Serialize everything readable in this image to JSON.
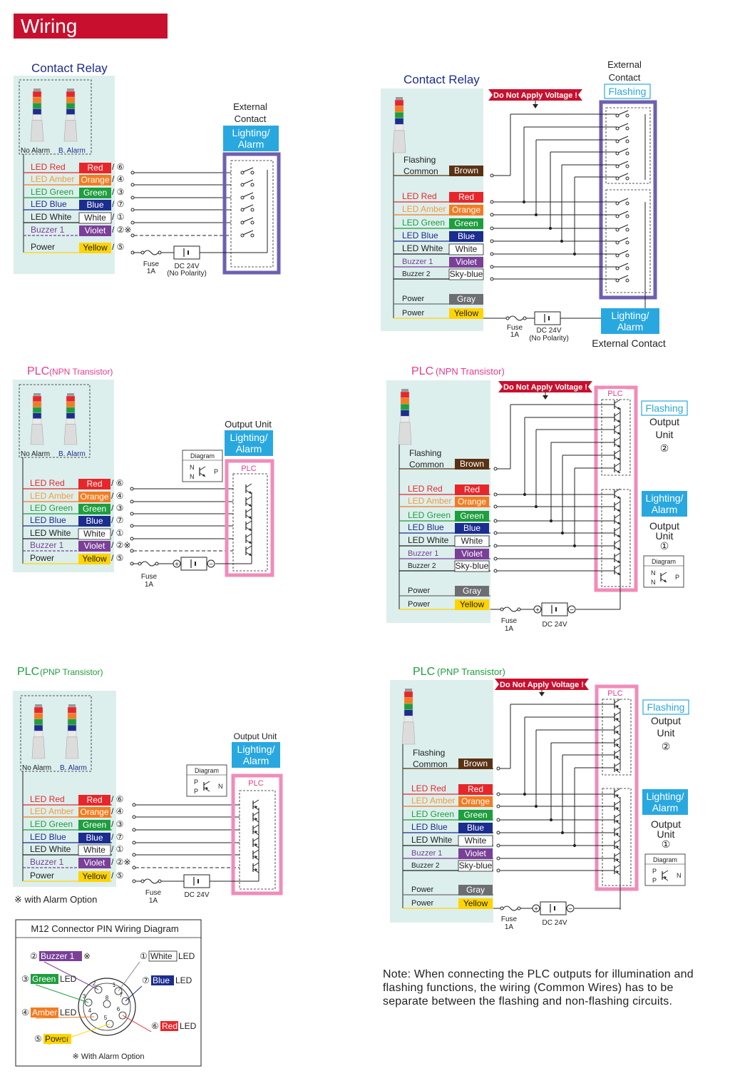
{
  "title": "Wiring",
  "common": {
    "no_alarm": "No Alarm",
    "b_alarm": "B. Alarm",
    "fuse": "Fuse",
    "fuse_rating": "1A",
    "dc": "DC 24V",
    "no_polarity": "(No Polarity)",
    "power": "Power",
    "flashing_common": "Flashing",
    "flashing_common2": "Common",
    "buzzer2": "Buzzer 2",
    "do_not_apply": "Do Not Apply Voltage",
    "plc_box": "PLC",
    "diagram": "Diagram",
    "lighting_alarm_1": "Lighting/",
    "lighting_alarm_2": "Alarm",
    "flashing_label": "Flashing",
    "output": "Output",
    "unit": "Unit",
    "unit2": "②",
    "unit1": "①",
    "external": "External",
    "contact": "Contact",
    "external_contact": "External Contact",
    "output_unit": "Output Unit",
    "alarm_option": "※ with Alarm Option"
  },
  "wires": [
    {
      "led": "LED Red",
      "color_name": "Red",
      "pin": "/ ⑥",
      "color": "#e8262a",
      "text": "#e8262a"
    },
    {
      "led": "LED Amber",
      "color_name": "Orange",
      "pin": "/ ④",
      "color": "#f47b20",
      "text": "#f59b3c"
    },
    {
      "led": "LED Green",
      "color_name": "Green",
      "pin": "/ ③",
      "color": "#1e9e3e",
      "text": "#1e9e3e"
    },
    {
      "led": "LED Blue",
      "color_name": "Blue",
      "pin": "/ ⑦",
      "color": "#1b2d8f",
      "text": "#1b2d8f"
    },
    {
      "led": "LED White",
      "color_name": "White",
      "pin": "/ ①",
      "color": "#ffffff",
      "text": "#222222"
    },
    {
      "led": "Buzzer 1",
      "color_name": "Violet",
      "pin": "/ ②※",
      "color": "#7b3f98",
      "text": "#7b3f98"
    },
    {
      "led": "Power",
      "color_name": "Yellow",
      "pin": "/ ⑤",
      "color": "#ffd400",
      "text": "#222222"
    }
  ],
  "right_wires": [
    {
      "name": "Brown",
      "color": "#5a3213"
    },
    {
      "name": "Red",
      "color": "#e8262a"
    },
    {
      "name": "Orange",
      "color": "#f47b20"
    },
    {
      "name": "Green",
      "color": "#1e9e3e"
    },
    {
      "name": "Blue",
      "color": "#1b2d8f"
    },
    {
      "name": "White",
      "color": "#ffffff"
    },
    {
      "name": "Violet",
      "color": "#7b3f98"
    },
    {
      "name": "Sky-blue",
      "color": "#ffffff"
    },
    {
      "name": "Gray",
      "color": "#6d6e71"
    },
    {
      "name": "Yellow",
      "color": "#ffd400"
    }
  ],
  "sections": {
    "cr_left": "Contact Relay",
    "cr_right": "Contact Relay",
    "npn_left_main": "PLC",
    "npn_left_sub": "(NPN Transistor)",
    "npn_right_main": "PLC",
    "npn_right_sub": "(NPN Transistor)",
    "pnp_left_main": "PLC",
    "pnp_left_sub": "(PNP Transistor)",
    "pnp_right_main": "PLC",
    "pnp_right_sub": "(PNP Transistor)"
  },
  "m12": {
    "title": "M12 Connector PIN Wiring Diagram",
    "footer": "※ With Alarm Option",
    "pins": [
      {
        "num": "②",
        "name": "Buzzer 1",
        "suffix": "※",
        "color": "#7b3f98",
        "tc": "#fff"
      },
      {
        "num": "①",
        "name": "White",
        "suffix": "LED",
        "color": "#ffffff",
        "tc": "#222"
      },
      {
        "num": "③",
        "name": "Green",
        "suffix": "LED",
        "color": "#1e9e3e",
        "tc": "#fff"
      },
      {
        "num": "⑦",
        "name": "Blue",
        "suffix": "LED",
        "color": "#1b2d8f",
        "tc": "#fff"
      },
      {
        "num": "④",
        "name": "Amber",
        "suffix": "LED",
        "color": "#f47b20",
        "tc": "#fff"
      },
      {
        "num": "⑥",
        "name": "Red",
        "suffix": "LED",
        "color": "#e8262a",
        "tc": "#fff"
      },
      {
        "num": "⑤",
        "name": "Power",
        "suffix": "",
        "color": "#ffd400",
        "tc": "#222"
      }
    ]
  },
  "note": "Note:  When connecting the PLC outputs for illumination and flashing functions, the wiring (Common Wires) has to be separate between the flashing and non-flashing circuits.",
  "colors": {
    "panel": "#dcefed",
    "relay": "#6f5fb0",
    "plc": "#f08cb9",
    "label_blue": "#29a8e0",
    "warn": "#c8102e",
    "brown": "#5a3213",
    "gray": "#6d6e71"
  }
}
